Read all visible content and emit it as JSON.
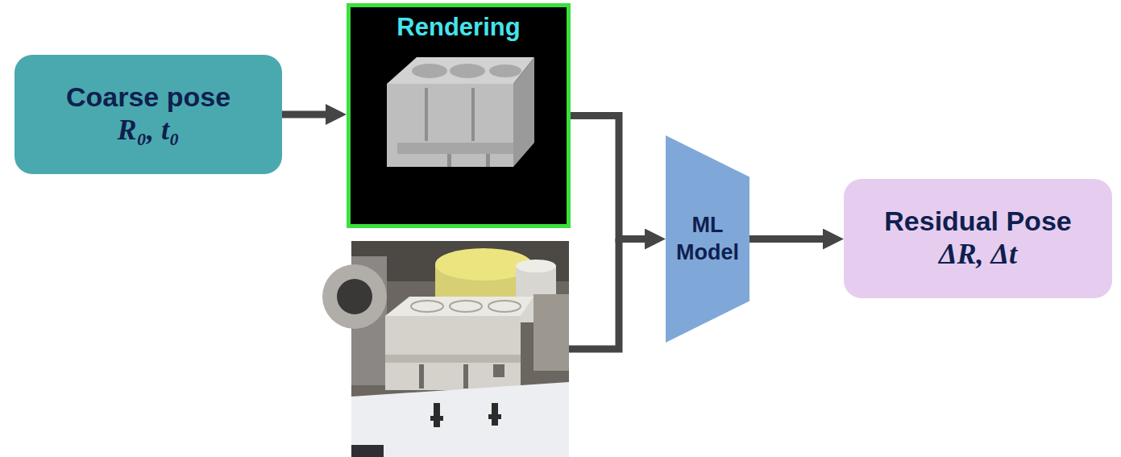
{
  "diagram": {
    "nodes": [
      {
        "text": [
          "Coarse pose",
          "R₀, t₀"
        ]
      },
      {
        "text": [
          "Rendering"
        ]
      },
      {
        "text": [
          "ML Model"
        ]
      },
      {
        "text": [
          "Residual Pose",
          "ΔR, Δt"
        ]
      }
    ],
    "edges": [
      {
        "from": 0,
        "to": 1,
        "arrow": "to"
      },
      {
        "from": 1,
        "to": 2,
        "arrow": "to"
      },
      {
        "from": 2,
        "to": 3,
        "arrow": "to"
      }
    ]
  }
}
